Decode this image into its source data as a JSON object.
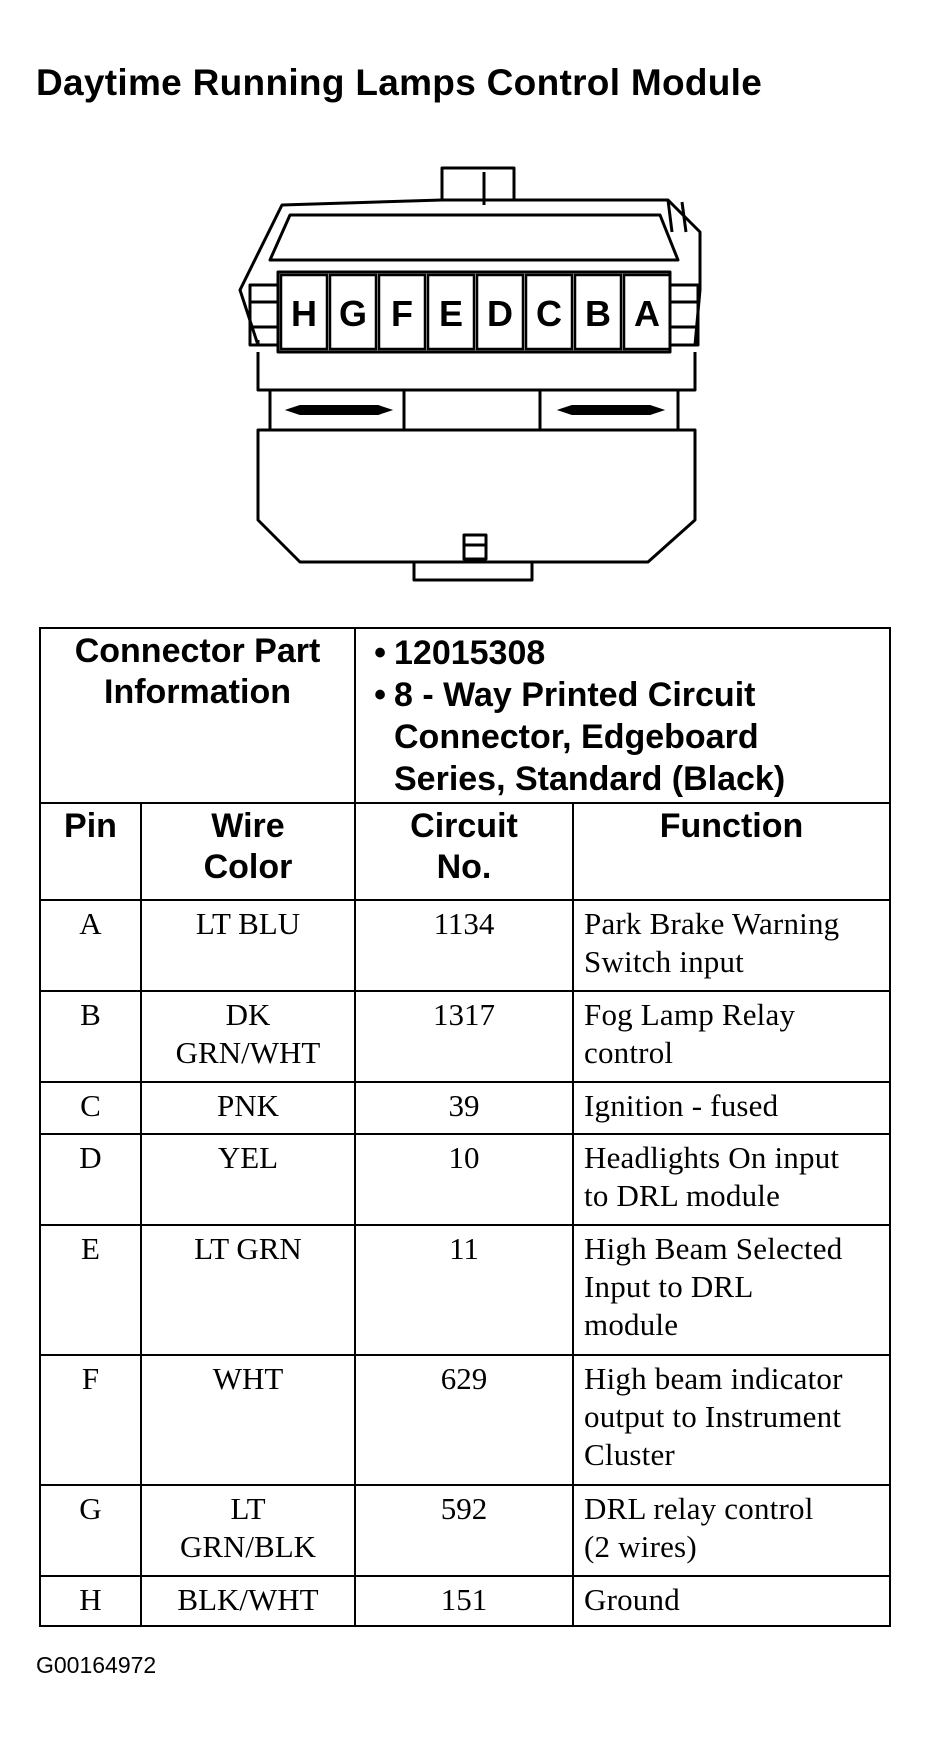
{
  "title": "Daytime Running Lamps Control Module",
  "connector": {
    "pin_order": [
      "H",
      "G",
      "F",
      "E",
      "D",
      "C",
      "B",
      "A"
    ]
  },
  "connector_info": {
    "label": "Connector Part\nInformation",
    "part_number": "12015308",
    "description_lines": [
      "8 - Way Printed Circuit",
      "Connector, Edgeboard",
      "Series, Standard (Black)"
    ],
    "bullet": "•"
  },
  "table": {
    "headers": {
      "pin": "Pin",
      "wire_color": "Wire\nColor",
      "circuit": "Circuit\nNo.",
      "function": "Function"
    },
    "rows": [
      {
        "pin": "A",
        "wire_color": "LT BLU",
        "circuit": "1134",
        "function": "Park Brake Warning\nSwitch input"
      },
      {
        "pin": "B",
        "wire_color": "DK\nGRN/WHT",
        "circuit": "1317",
        "function": "Fog Lamp Relay\ncontrol"
      },
      {
        "pin": "C",
        "wire_color": "PNK",
        "circuit": "39",
        "function": "Ignition - fused"
      },
      {
        "pin": "D",
        "wire_color": "YEL",
        "circuit": "10",
        "function": "Headlights On input\nto DRL module"
      },
      {
        "pin": "E",
        "wire_color": "LT GRN",
        "circuit": "11",
        "function": "High Beam Selected\nInput to DRL\nmodule"
      },
      {
        "pin": "F",
        "wire_color": "WHT",
        "circuit": "629",
        "function": "High beam indicator\noutput to Instrument\nCluster"
      },
      {
        "pin": "G",
        "wire_color": "LT\nGRN/BLK",
        "circuit": "592",
        "function": "DRL relay control\n(2 wires)"
      },
      {
        "pin": "H",
        "wire_color": "BLK/WHT",
        "circuit": "151",
        "function": "Ground"
      }
    ]
  },
  "figure_id": "G00164972"
}
